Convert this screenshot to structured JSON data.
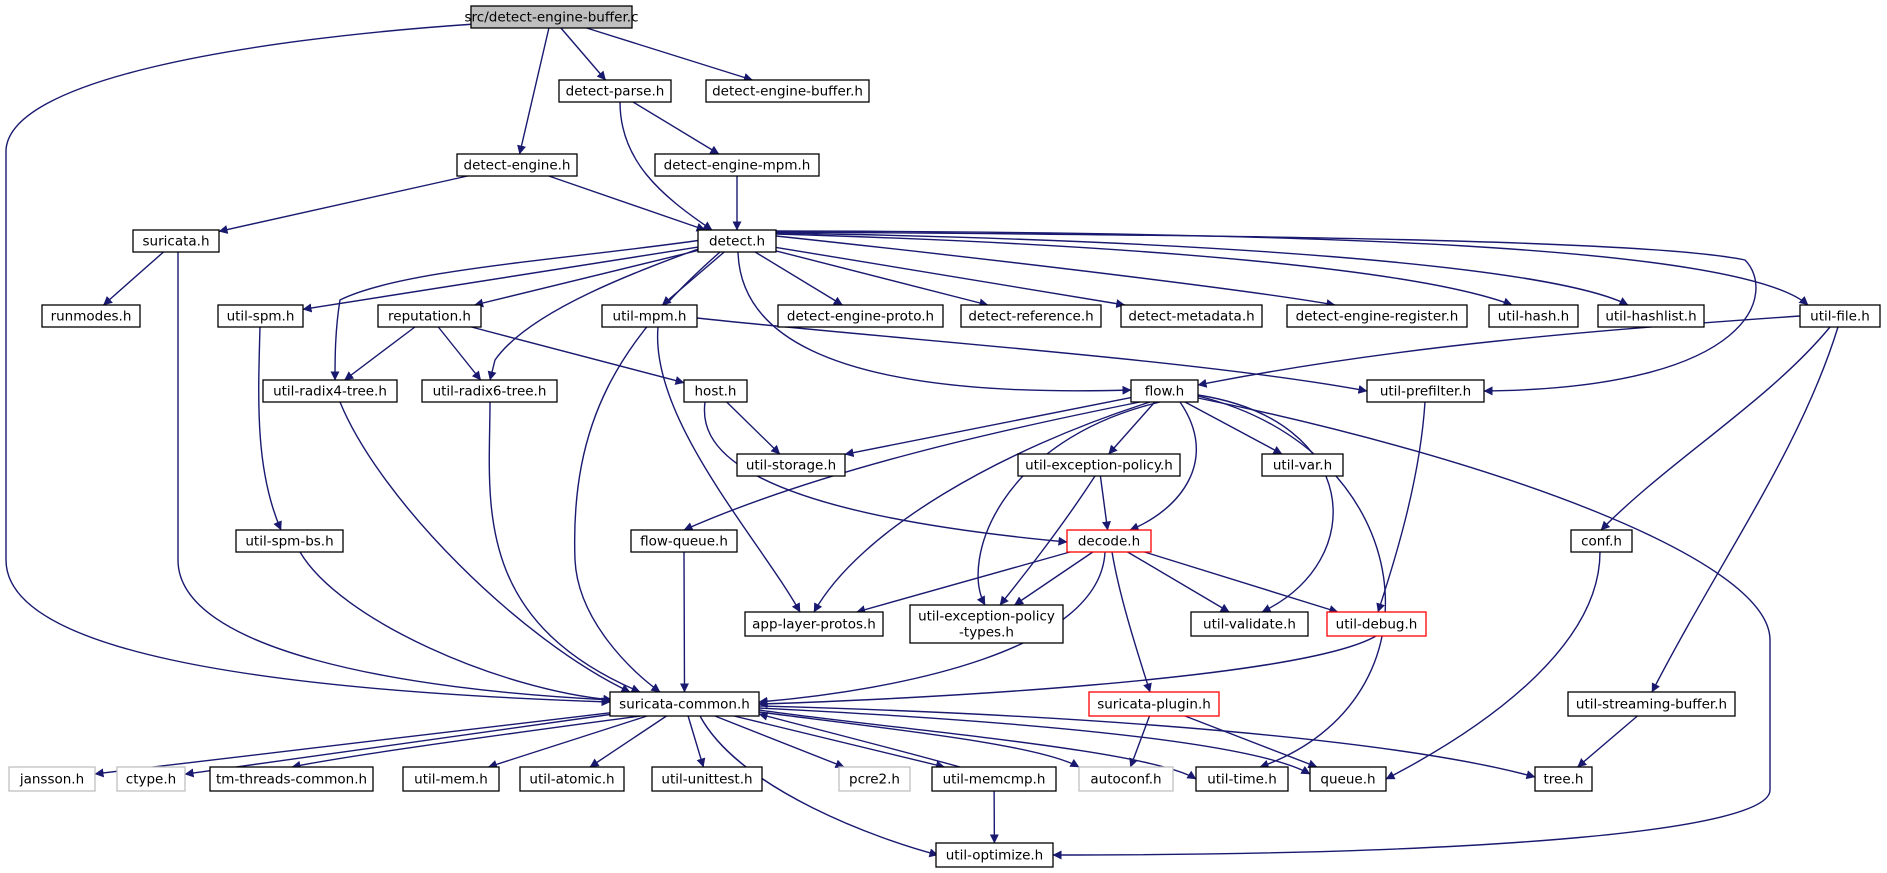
{
  "colors": {
    "edge": "#191970",
    "border_default": "#000000",
    "border_missing": "#bfbfbf",
    "border_truncated": "#ff0000",
    "root_fill": "#bfbfbf",
    "text_external": "#a0a0a0"
  },
  "nodes": {
    "root": {
      "label": "src/detect-engine-buffer.c",
      "style": "root"
    },
    "detect_parse": {
      "label": "detect-parse.h",
      "style": "default"
    },
    "deb_h": {
      "label": "detect-engine-buffer.h",
      "style": "default"
    },
    "detect_engine": {
      "label": "detect-engine.h",
      "style": "default"
    },
    "detect_engine_mpm": {
      "label": "detect-engine-mpm.h",
      "style": "default"
    },
    "suricata_h": {
      "label": "suricata.h",
      "style": "default"
    },
    "detect_h": {
      "label": "detect.h",
      "style": "default"
    },
    "runmodes": {
      "label": "runmodes.h",
      "style": "default"
    },
    "util_spm": {
      "label": "util-spm.h",
      "style": "default"
    },
    "reputation": {
      "label": "reputation.h",
      "style": "default"
    },
    "util_mpm": {
      "label": "util-mpm.h",
      "style": "default"
    },
    "detect_engine_proto": {
      "label": "detect-engine-proto.h",
      "style": "default"
    },
    "detect_reference": {
      "label": "detect-reference.h",
      "style": "default"
    },
    "detect_metadata": {
      "label": "detect-metadata.h",
      "style": "default"
    },
    "detect_engine_register": {
      "label": "detect-engine-register.h",
      "style": "default"
    },
    "util_hash": {
      "label": "util-hash.h",
      "style": "default"
    },
    "util_hashlist": {
      "label": "util-hashlist.h",
      "style": "default"
    },
    "util_file": {
      "label": "util-file.h",
      "style": "default"
    },
    "util_radix4": {
      "label": "util-radix4-tree.h",
      "style": "default"
    },
    "util_radix6": {
      "label": "util-radix6-tree.h",
      "style": "default"
    },
    "host": {
      "label": "host.h",
      "style": "default"
    },
    "flow": {
      "label": "flow.h",
      "style": "default"
    },
    "util_prefilter": {
      "label": "util-prefilter.h",
      "style": "default"
    },
    "util_storage": {
      "label": "util-storage.h",
      "style": "default"
    },
    "util_exception_policy": {
      "label": "util-exception-policy.h",
      "style": "default"
    },
    "util_var": {
      "label": "util-var.h",
      "style": "default"
    },
    "util_spm_bs": {
      "label": "util-spm-bs.h",
      "style": "default"
    },
    "flow_queue": {
      "label": "flow-queue.h",
      "style": "default"
    },
    "decode": {
      "label": "decode.h",
      "style": "truncated"
    },
    "conf": {
      "label": "conf.h",
      "style": "default"
    },
    "app_layer_protos": {
      "label": "app-layer-protos.h",
      "style": "default"
    },
    "uep_types": {
      "label": "util-exception-policy\n-types.h",
      "style": "default"
    },
    "util_validate": {
      "label": "util-validate.h",
      "style": "default"
    },
    "util_debug": {
      "label": "util-debug.h",
      "style": "truncated"
    },
    "suricata_common": {
      "label": "suricata-common.h",
      "style": "default"
    },
    "suricata_plugin": {
      "label": "suricata-plugin.h",
      "style": "truncated"
    },
    "util_streaming_buffer": {
      "label": "util-streaming-buffer.h",
      "style": "default"
    },
    "jansson": {
      "label": "jansson.h",
      "style": "external"
    },
    "ctype": {
      "label": "ctype.h",
      "style": "external"
    },
    "tm_threads_common": {
      "label": "tm-threads-common.h",
      "style": "default"
    },
    "util_mem": {
      "label": "util-mem.h",
      "style": "default"
    },
    "util_atomic": {
      "label": "util-atomic.h",
      "style": "default"
    },
    "util_unittest": {
      "label": "util-unittest.h",
      "style": "default"
    },
    "pcre2": {
      "label": "pcre2.h",
      "style": "external"
    },
    "util_memcmp": {
      "label": "util-memcmp.h",
      "style": "default"
    },
    "autoconf": {
      "label": "autoconf.h",
      "style": "external"
    },
    "util_time": {
      "label": "util-time.h",
      "style": "default"
    },
    "queue": {
      "label": "queue.h",
      "style": "default"
    },
    "tree": {
      "label": "tree.h",
      "style": "default"
    },
    "util_optimize": {
      "label": "util-optimize.h",
      "style": "default"
    }
  },
  "edges": [
    [
      "root",
      "suricata_common"
    ],
    [
      "root",
      "detect_engine"
    ],
    [
      "root",
      "detect_parse"
    ],
    [
      "root",
      "deb_h"
    ],
    [
      "detect_parse",
      "detect_engine_mpm"
    ],
    [
      "detect_parse",
      "detect_h"
    ],
    [
      "detect_engine",
      "suricata_h"
    ],
    [
      "detect_engine",
      "detect_h"
    ],
    [
      "detect_engine_mpm",
      "detect_h"
    ],
    [
      "suricata_h",
      "runmodes"
    ],
    [
      "suricata_h",
      "suricata_common"
    ],
    [
      "detect_h",
      "util_spm"
    ],
    [
      "detect_h",
      "util_radix4"
    ],
    [
      "detect_h",
      "reputation"
    ],
    [
      "detect_h",
      "util_radix6"
    ],
    [
      "detect_h",
      "suricata_common"
    ],
    [
      "detect_h",
      "util_mpm"
    ],
    [
      "detect_h",
      "flow"
    ],
    [
      "detect_h",
      "detect_engine_proto"
    ],
    [
      "detect_h",
      "detect_reference"
    ],
    [
      "detect_h",
      "detect_metadata"
    ],
    [
      "detect_h",
      "detect_engine_register"
    ],
    [
      "detect_h",
      "util_hash"
    ],
    [
      "detect_h",
      "util_hashlist"
    ],
    [
      "detect_h",
      "util_prefilter"
    ],
    [
      "detect_h",
      "util_file"
    ],
    [
      "util_spm",
      "util_spm_bs"
    ],
    [
      "util_spm_bs",
      "suricata_common"
    ],
    [
      "reputation",
      "util_radix4"
    ],
    [
      "reputation",
      "util_radix6"
    ],
    [
      "reputation",
      "host"
    ],
    [
      "util_radix4",
      "suricata_common"
    ],
    [
      "util_radix6",
      "suricata_common"
    ],
    [
      "util_mpm",
      "app_layer_protos"
    ],
    [
      "util_mpm",
      "util_prefilter"
    ],
    [
      "host",
      "util_storage"
    ],
    [
      "host",
      "decode"
    ],
    [
      "util_file",
      "flow"
    ],
    [
      "util_file",
      "conf"
    ],
    [
      "util_file",
      "util_streaming_buffer"
    ],
    [
      "flow",
      "util_storage"
    ],
    [
      "flow",
      "flow_queue"
    ],
    [
      "flow",
      "app_layer_protos"
    ],
    [
      "flow",
      "uep_types"
    ],
    [
      "flow",
      "util_exception_policy"
    ],
    [
      "flow",
      "decode"
    ],
    [
      "flow",
      "util_var"
    ],
    [
      "flow",
      "util_validate"
    ],
    [
      "flow",
      "util_time"
    ],
    [
      "flow",
      "util_optimize"
    ],
    [
      "util_prefilter",
      "util_debug"
    ],
    [
      "util_exception_policy",
      "decode"
    ],
    [
      "util_exception_policy",
      "uep_types"
    ],
    [
      "flow_queue",
      "suricata_common"
    ],
    [
      "decode",
      "app_layer_protos"
    ],
    [
      "decode",
      "uep_types"
    ],
    [
      "decode",
      "util_validate"
    ],
    [
      "decode",
      "util_debug"
    ],
    [
      "decode",
      "suricata_common"
    ],
    [
      "decode",
      "suricata_plugin"
    ],
    [
      "util_debug",
      "suricata_common"
    ],
    [
      "conf",
      "queue"
    ],
    [
      "suricata_plugin",
      "autoconf"
    ],
    [
      "suricata_plugin",
      "queue"
    ],
    [
      "util_streaming_buffer",
      "tree"
    ],
    [
      "suricata_common",
      "jansson"
    ],
    [
      "suricata_common",
      "ctype"
    ],
    [
      "suricata_common",
      "tm_threads_common"
    ],
    [
      "suricata_common",
      "util_mem"
    ],
    [
      "suricata_common",
      "util_atomic"
    ],
    [
      "suricata_common",
      "util_unittest"
    ],
    [
      "suricata_common",
      "pcre2"
    ],
    [
      "suricata_common",
      "util_memcmp"
    ],
    [
      "suricata_common",
      "autoconf"
    ],
    [
      "suricata_common",
      "util_time"
    ],
    [
      "suricata_common",
      "queue"
    ],
    [
      "suricata_common",
      "tree"
    ],
    [
      "suricata_common",
      "util_optimize"
    ],
    [
      "util_memcmp",
      "suricata_common"
    ],
    [
      "util_memcmp",
      "util_optimize"
    ]
  ]
}
